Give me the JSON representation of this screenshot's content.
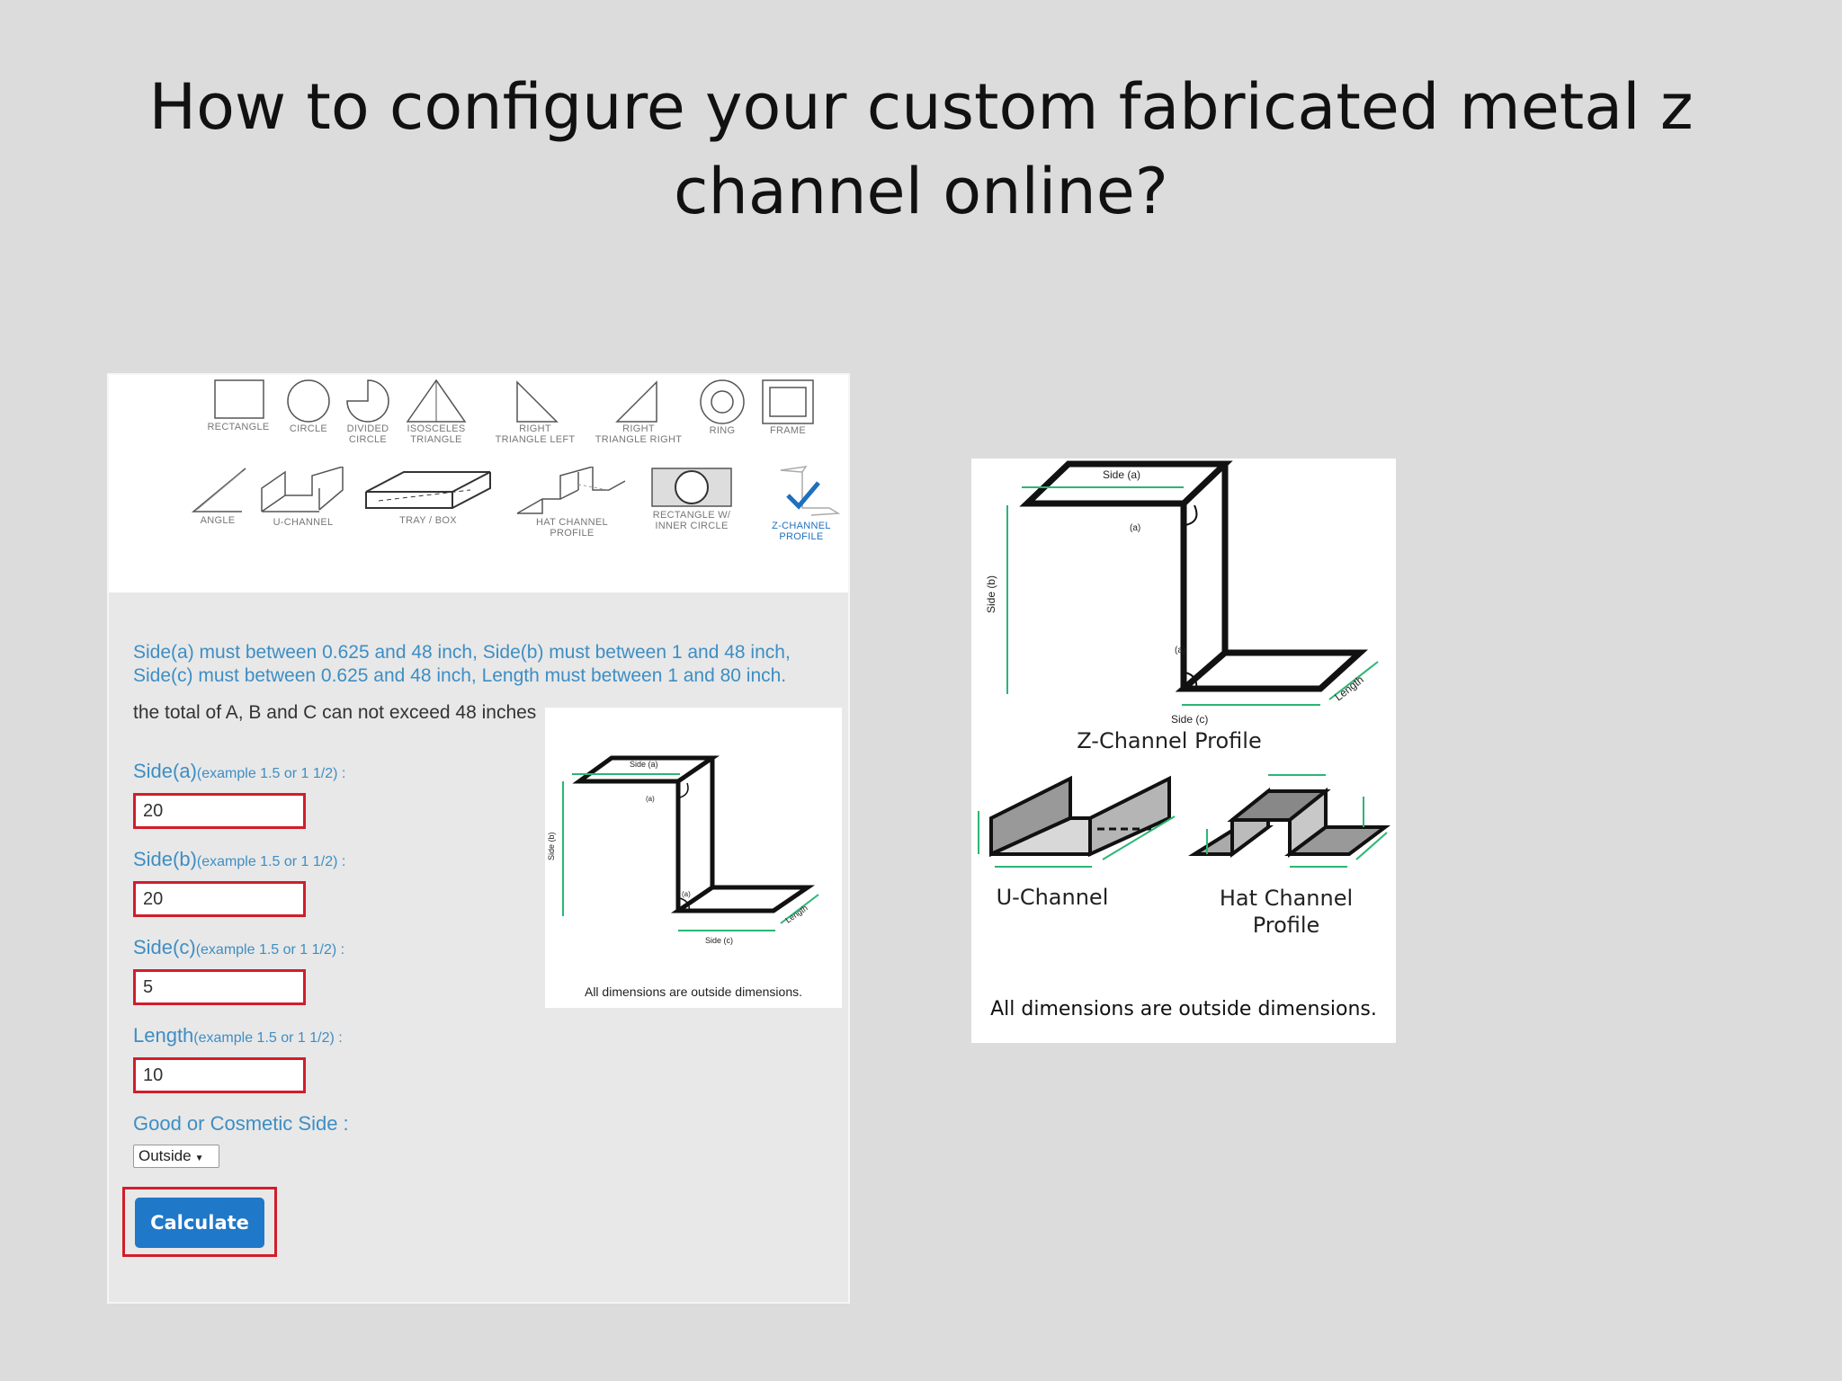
{
  "slide": {
    "title_line1": "How to configure your custom fabricated metal z",
    "title_line2": "channel online?"
  },
  "shapes": {
    "row1": [
      {
        "label": "RECTANGLE",
        "icon": "rectangle-icon"
      },
      {
        "label": "CIRCLE",
        "icon": "circle-icon"
      },
      {
        "label": "DIVIDED\nCIRCLE",
        "icon": "divided-circle-icon"
      },
      {
        "label": "ISOSCELES\nTRIANGLE",
        "icon": "isosceles-triangle-icon"
      },
      {
        "label": "RIGHT\nTRIANGLE LEFT",
        "icon": "right-triangle-left-icon"
      },
      {
        "label": "RIGHT\nTRIANGLE RIGHT",
        "icon": "right-triangle-right-icon"
      },
      {
        "label": "RING",
        "icon": "ring-icon"
      },
      {
        "label": "FRAME",
        "icon": "frame-icon"
      }
    ],
    "row2": [
      {
        "label": "ANGLE",
        "icon": "angle-icon"
      },
      {
        "label": "U-CHANNEL",
        "icon": "u-channel-icon"
      },
      {
        "label": "TRAY / BOX",
        "icon": "tray-box-icon"
      },
      {
        "label": "HAT CHANNEL\nPROFILE",
        "icon": "hat-channel-icon"
      },
      {
        "label": "RECTANGLE W/\nINNER CIRCLE",
        "icon": "rectangle-inner-circle-icon"
      },
      {
        "label": "Z-CHANNEL\nPROFILE",
        "icon": "z-channel-icon",
        "selected": true
      }
    ]
  },
  "form": {
    "constraint_line1": "Side(a) must between 0.625 and 48 inch, Side(b) must between 1 and 48 inch,",
    "constraint_line2": "Side(c) must between 0.625 and 48 inch, Length must between 1 and 80 inch.",
    "total_note": "the total of A, B and C can not exceed 48 inches",
    "fields": [
      {
        "label": "Side(a)",
        "hint": "(example 1.5 or 1 1/2) :",
        "value": "20"
      },
      {
        "label": "Side(b)",
        "hint": "(example 1.5 or 1 1/2) :",
        "value": "20"
      },
      {
        "label": "Side(c)",
        "hint": "(example 1.5 or 1 1/2) :",
        "value": "5"
      },
      {
        "label": "Length",
        "hint": "(example 1.5 or 1 1/2) :",
        "value": "10"
      }
    ],
    "cosmetic_label": "Good or Cosmetic Side :",
    "cosmetic_value": "Outside",
    "calculate_label": "Calculate",
    "accent_color": "#3d8ec4",
    "highlight_color": "#d21d2b",
    "button_color": "#1f78c8"
  },
  "mini_diagram": {
    "side_a": "Side (a)",
    "side_b": "Side (b)",
    "side_c": "Side (c)",
    "length": "Length",
    "angle": "(a)",
    "caption": "All dimensions are outside dimensions."
  },
  "reference": {
    "side_a": "Side (a)",
    "side_b": "Side (b)",
    "side_c": "Side (c)",
    "length": "Length",
    "angle": "(a)",
    "z_title": "Z-Channel Profile",
    "u_title": "U-Channel",
    "hat_title_line1": "Hat Channel",
    "hat_title_line2": "Profile",
    "caption": "All dimensions are outside dimensions."
  }
}
